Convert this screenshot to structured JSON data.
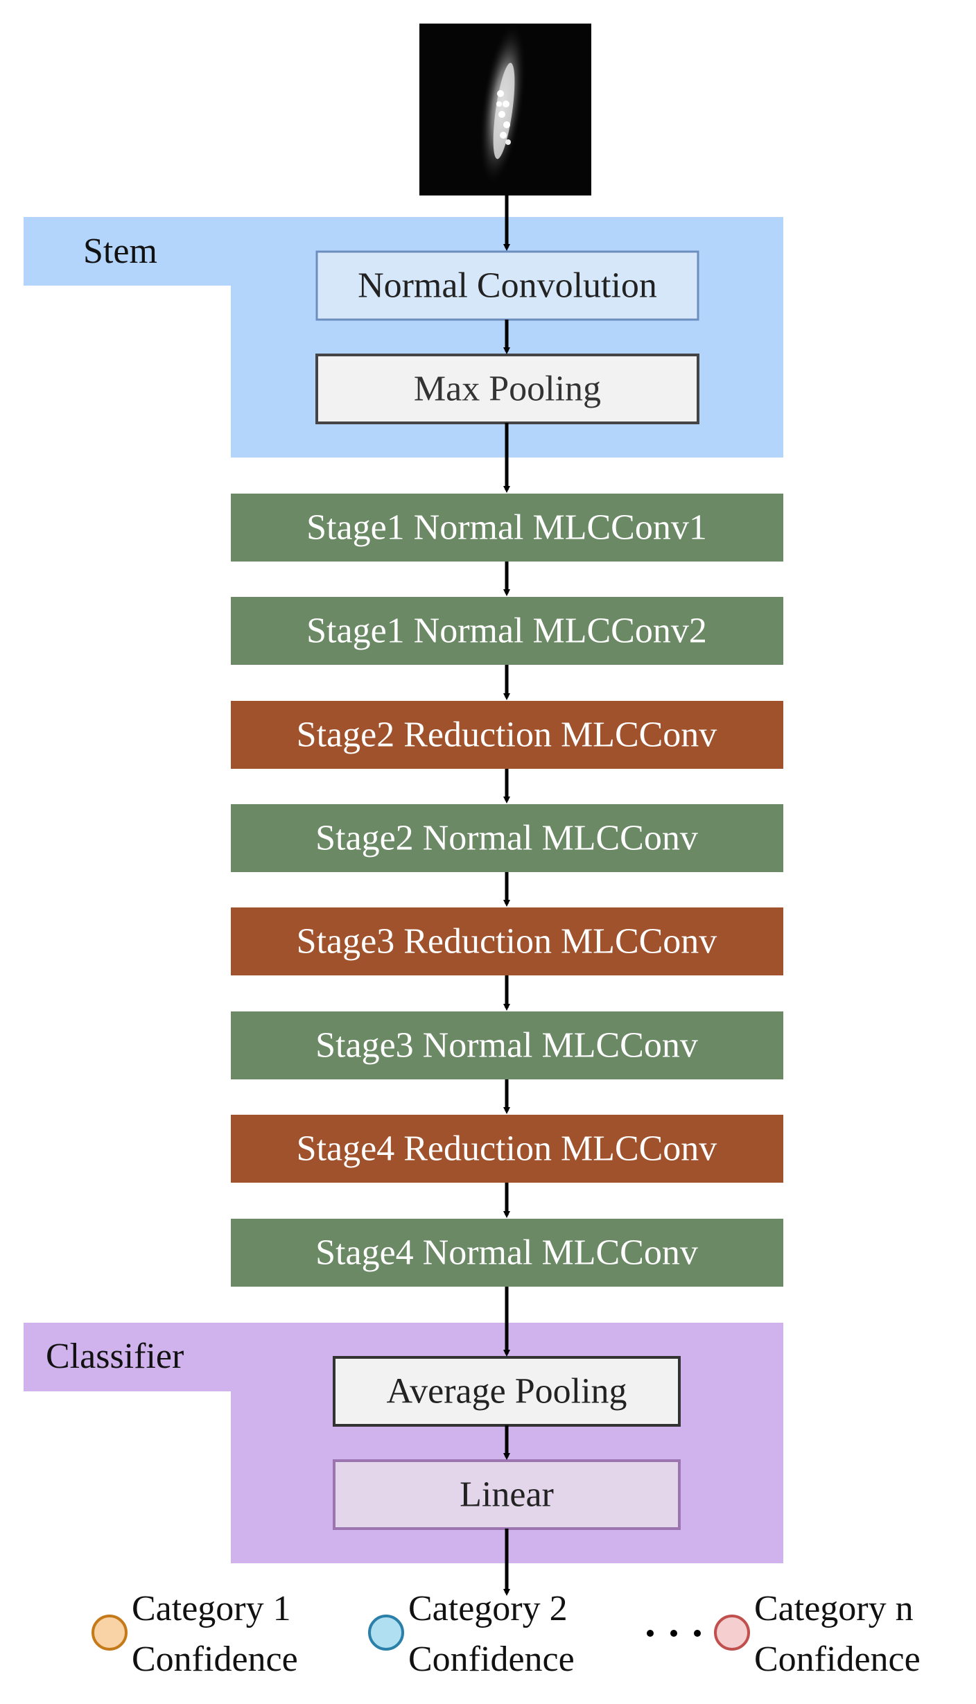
{
  "colors": {
    "stem_bg": "#b3d5fb",
    "classifier_bg": "#d0b2ec",
    "normal_stage": "#6a8964",
    "reduction_stage": "#a0522d",
    "normal_conv_fill": "#d7e7fa",
    "normal_conv_stroke": "#6c8ebf",
    "pool_fill": "#f2f2f2",
    "pool_stroke": "#444444",
    "linear_fill": "#e3d5ea",
    "linear_stroke": "#9b74b0",
    "arrow": "#000000"
  },
  "input_image": {
    "icon": "grayscale-particle-image"
  },
  "stem": {
    "label": "Stem",
    "normal_convolution": "Normal Convolution",
    "max_pooling": "Max Pooling"
  },
  "stages": [
    {
      "label": "Stage1 Normal MLCConv1",
      "kind": "normal"
    },
    {
      "label": "Stage1 Normal MLCConv2",
      "kind": "normal"
    },
    {
      "label": "Stage2 Reduction MLCConv",
      "kind": "reduction"
    },
    {
      "label": "Stage2 Normal MLCConv",
      "kind": "normal"
    },
    {
      "label": "Stage3 Reduction MLCConv",
      "kind": "reduction"
    },
    {
      "label": "Stage3 Normal MLCConv",
      "kind": "normal"
    },
    {
      "label": "Stage4 Reduction MLCConv",
      "kind": "reduction"
    },
    {
      "label": "Stage4 Normal MLCConv",
      "kind": "normal"
    }
  ],
  "classifier": {
    "label": "Classifier",
    "average_pooling": "Average Pooling",
    "linear": "Linear"
  },
  "outputs": [
    {
      "line1": "Category 1",
      "line2": "Confidence",
      "fill": "#f9d3a6",
      "stroke": "#c57a1a"
    },
    {
      "line1": "Category 2",
      "line2": "Confidence",
      "fill": "#b1dff2",
      "stroke": "#2a80a8"
    },
    {
      "line1": "Category n",
      "line2": "Confidence",
      "fill": "#f5cfcf",
      "stroke": "#c0504d"
    }
  ]
}
